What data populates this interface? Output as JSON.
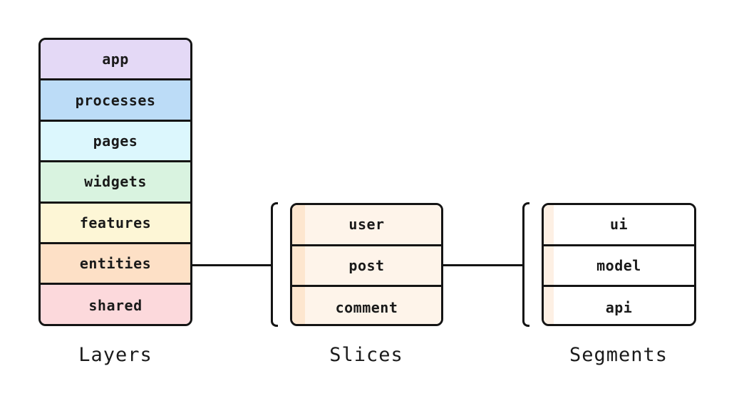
{
  "layers": {
    "title": "Layers",
    "items": [
      {
        "label": "app",
        "color": "#e4d9f6"
      },
      {
        "label": "processes",
        "color": "#bcdcf7"
      },
      {
        "label": "pages",
        "color": "#dcf7fd"
      },
      {
        "label": "widgets",
        "color": "#d9f3e0"
      },
      {
        "label": "features",
        "color": "#fdf6d6"
      },
      {
        "label": "entities",
        "color": "#fde0c6"
      },
      {
        "label": "shared",
        "color": "#fcd9dc"
      }
    ]
  },
  "slices": {
    "title": "Slices",
    "items": [
      "user",
      "post",
      "comment"
    ]
  },
  "segments": {
    "title": "Segments",
    "items": [
      "ui",
      "model",
      "api"
    ]
  }
}
